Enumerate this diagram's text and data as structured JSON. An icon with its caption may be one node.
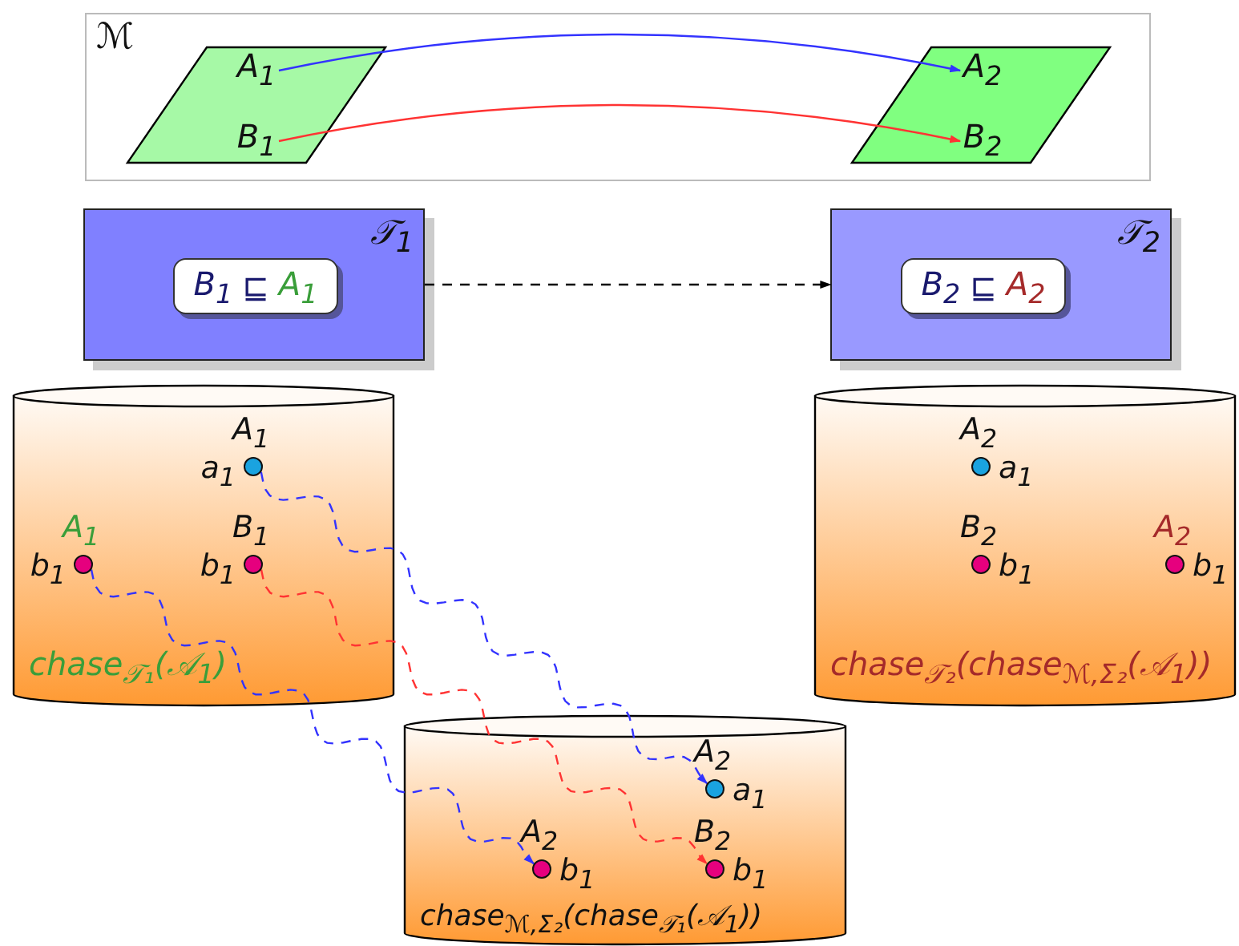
{
  "diagram": {
    "nodes": [
      {
        "text": [
          "ℳ"
        ]
      },
      {
        "text": [],
        "shape": "parallelogram",
        "in": 0
      },
      {
        "text": [
          "A$_{1}$"
        ],
        "in": 1
      },
      {
        "text": [
          "B$_{1}$"
        ],
        "in": 1
      },
      {
        "text": [],
        "shape": "parallelogram",
        "in": 0
      },
      {
        "text": [
          "A$_{2}$"
        ],
        "in": 4
      },
      {
        "text": [
          "B$_{2}$"
        ],
        "in": 4
      },
      {
        "text": [
          "𝒯$_{1}$"
        ]
      },
      {
        "text": [
          "B$_{1}$",
          "⊑",
          "A$_{1}$"
        ],
        "in": 7
      },
      {
        "text": [
          "𝒯$_{2}$"
        ]
      },
      {
        "text": [
          "B$_{2}$",
          "⊑",
          "A$_{2}$"
        ],
        "in": 9
      },
      {
        "text": [
          "chase$_{𝒯₁}$(𝒜$_{1}$)"
        ]
      },
      {
        "text": [],
        "shape": "circle",
        "in": 11,
        "beside": [
          "A$_{1}$",
          "a$_{1}$"
        ]
      },
      {
        "text": [],
        "shape": "circle",
        "in": 11,
        "beside": [
          "A$_{1}$",
          "b$_{1}$"
        ]
      },
      {
        "text": [],
        "shape": "circle",
        "in": 11,
        "beside": [
          "B$_{1}$",
          "b$_{1}$"
        ]
      },
      {
        "text": [
          "chase$_{𝒯₂}$(chase$_{ℳ,Σ₂}$(𝒜$_{1}$))"
        ]
      },
      {
        "text": [],
        "shape": "circle",
        "in": 15,
        "beside": [
          "A$_{2}$",
          "a$_{1}$"
        ]
      },
      {
        "text": [],
        "shape": "circle",
        "in": 15,
        "beside": [
          "B$_{2}$",
          "b$_{1}$"
        ]
      },
      {
        "text": [],
        "shape": "circle",
        "in": 15,
        "beside": [
          "A$_{2}$",
          "b$_{1}$"
        ]
      },
      {
        "text": [
          "chase$_{ℳ,Σ₂}$(chase$_{𝒯₁}$(𝒜$_{1}$))"
        ]
      },
      {
        "text": [],
        "shape": "circle",
        "in": 19,
        "beside": [
          "A$_{2}$",
          "a$_{1}$"
        ]
      },
      {
        "text": [],
        "shape": "circle",
        "in": 19,
        "beside": [
          "A$_{2}$",
          "b$_{1}$"
        ]
      },
      {
        "text": [],
        "shape": "circle",
        "in": 19,
        "beside": [
          "B$_{2}$",
          "b$_{1}$"
        ]
      }
    ],
    "edges": [
      {
        "from": 2,
        "to": 5,
        "arrow": "to",
        "color": "#3333ff"
      },
      {
        "from": 3,
        "to": 6,
        "arrow": "to",
        "color": "#ff3333"
      },
      {
        "from": 7,
        "to": 9,
        "arrow": "to",
        "style": "dashed",
        "color": "#000000"
      },
      {
        "from": 12,
        "to": 20,
        "arrow": "to",
        "style": "dashed",
        "color": "#3333ff"
      },
      {
        "from": 13,
        "to": 21,
        "arrow": "to",
        "style": "dashed",
        "color": "#3333ff"
      },
      {
        "from": 14,
        "to": 22,
        "arrow": "to",
        "style": "dashed",
        "color": "#ff3333"
      }
    ]
  }
}
